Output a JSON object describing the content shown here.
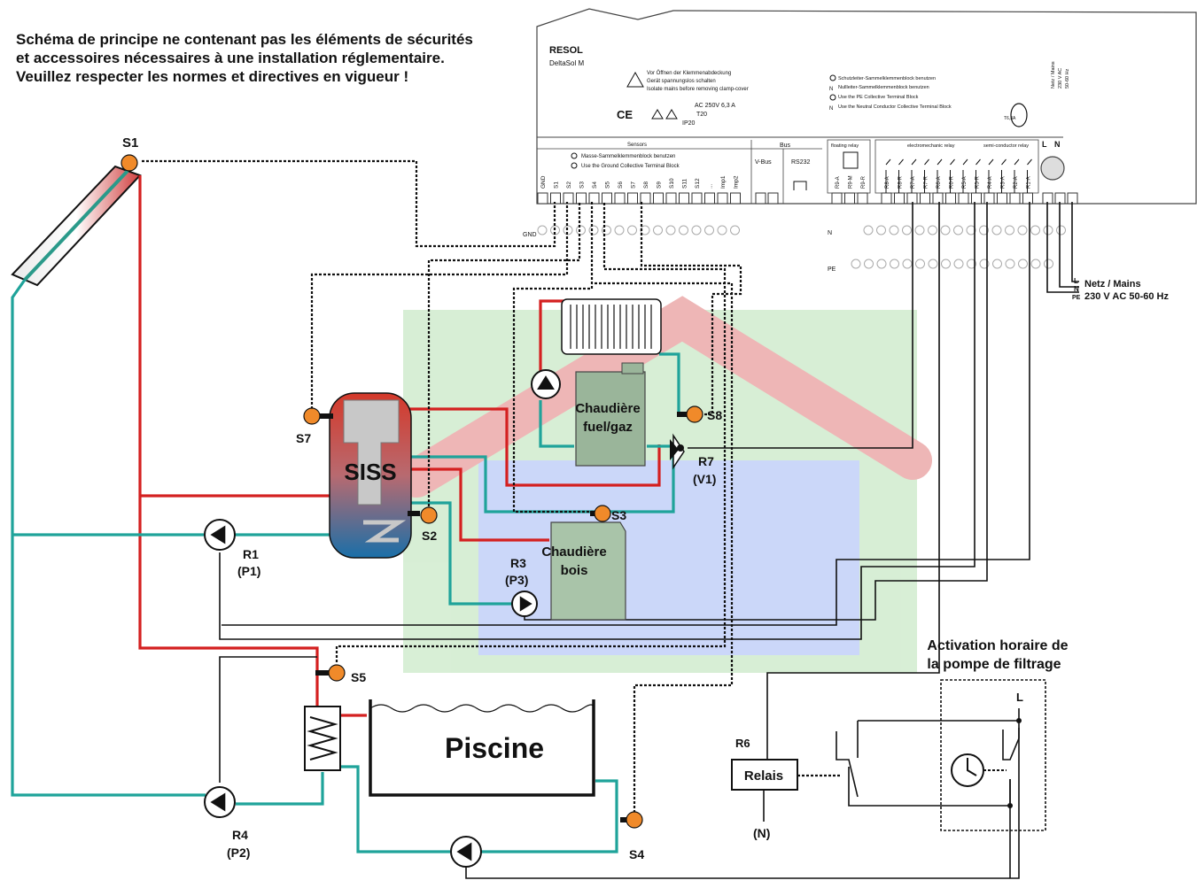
{
  "note": {
    "line1": "Schéma de principe ne contenant pas les éléments de sécurités",
    "line2": "et accessoires nécessaires à une installation réglementaire.",
    "line3": "Veuillez respecter les normes et directives en vigueur !"
  },
  "controller": {
    "brand": "RESOL",
    "model": "DeltaSol M",
    "warning": [
      "Vor Öffnen der Klemmenabdeckung",
      "Gerät spannungslos schalten",
      "Isolate mains before removing clamp-cover"
    ],
    "rating": "AC 250V 6,3 A",
    "temp": "T20",
    "ip": "IP20",
    "ce": "CE",
    "pe_notes": [
      "Schutzleiter-Sammelklemmenblock benutzen",
      "Nullleiter-Sammelklemmenblock benutzen",
      "Use the PE Collective Terminal Block",
      "Use the Neutral Conductor Collective Terminal Block"
    ],
    "pe_symbol": "PE",
    "n_symbol": "N",
    "fuse": "T6,3A",
    "mains_box": [
      "Netz / Mains",
      "230 V AC",
      "50-60 Hz"
    ],
    "sensors_header": "Sensors",
    "ground_notes": [
      "Masse-Sammelklemmenblock benutzen",
      "Use the Ground Collective Terminal Block"
    ],
    "bus_header": "Bus",
    "vbus": "V-Bus",
    "rs232": "RS232",
    "sensor_terms": [
      "GND",
      "S1",
      "S2",
      "S3",
      "S4",
      "S5",
      "S6",
      "S7",
      "S8",
      "S9",
      "S10",
      "S11",
      "S12",
      "...",
      "Imp1",
      "Imp2"
    ],
    "floating_relay": "floating relay",
    "relay_terms_float": [
      "R9-A",
      "R9-M",
      "R9-R"
    ],
    "electromech_relay": "electromechanic relay",
    "semiconductor_relay": "semi-conductor relay",
    "relay_terms": [
      "R8-A",
      "R8-R",
      "R7-A",
      "R7-R",
      "R6-A",
      "R6-R",
      "R5-A",
      "R5-R",
      "R4-A",
      "R3-A",
      "R2-A",
      "R1-A"
    ],
    "mains_l": "L",
    "mains_n": "N",
    "gnd_block": "GND",
    "n_block": "N",
    "pe_block": "PE"
  },
  "mains": {
    "l": "L",
    "n": "N",
    "pe": "PE",
    "line1": "Netz / Mains",
    "line2": "230 V AC 50-60 Hz"
  },
  "components": {
    "s1": "S1",
    "s2": "S2",
    "s3": "S3",
    "s4": "S4",
    "s5": "S5",
    "s7": "S7",
    "s8": "S8",
    "siss": "SISS",
    "boiler_line1": "Chaudière",
    "boiler_line2": "fuel/gaz",
    "wood_line1": "Chaudière",
    "wood_line2": "bois",
    "r1": "R1",
    "p1": "(P1)",
    "r3": "R3",
    "p3": "(P3)",
    "r4": "R4",
    "p2": "(P2)",
    "r7": "R7",
    "v1": "(V1)",
    "r6": "R6",
    "relais": "Relais",
    "n_label": "(N)",
    "piscine": "Piscine",
    "activation_line1": "Activation horaire de",
    "activation_line2": "la pompe de filtrage",
    "l_label": "L"
  },
  "colors": {
    "hot_pipe": "#d42020",
    "cold_pipe": "#1fa39a",
    "sensor": "#f08a2a"
  }
}
